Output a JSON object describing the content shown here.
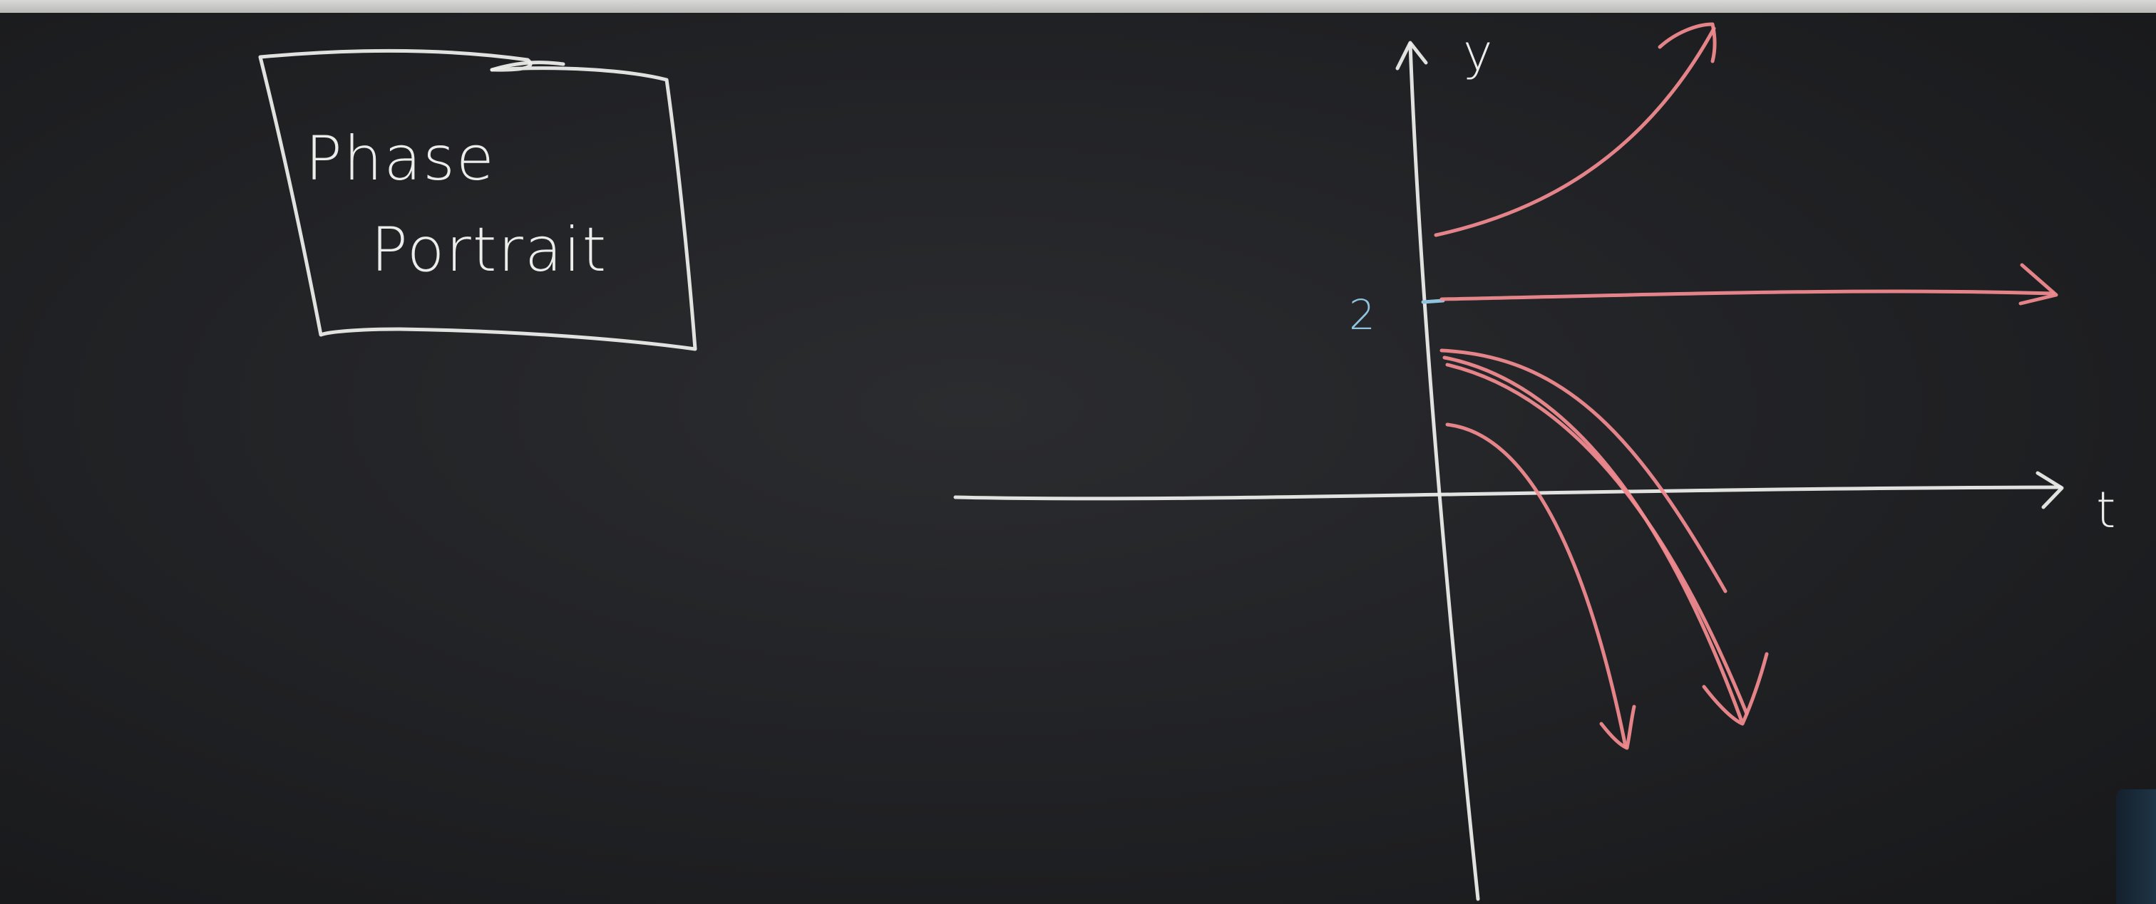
{
  "title_box": {
    "line1": "Phase",
    "line2": "Portrait"
  },
  "axes": {
    "y_label": "y",
    "t_label": "t",
    "marked_value": "2"
  },
  "colors": {
    "board": "#222326",
    "chalk_white": "#ececea",
    "chalk_red": "#ef8a8f",
    "chalk_blue": "#8fc3de"
  },
  "solution_curves": [
    {
      "start_y": "above 2",
      "behavior": "increases upward"
    },
    {
      "start_y": "2",
      "behavior": "equilibrium, stays constant"
    },
    {
      "start_y": "just below 2",
      "behavior": "decreases downward"
    },
    {
      "start_y": "just below 2",
      "behavior": "decreases downward"
    },
    {
      "start_y": "between 0 and 2",
      "behavior": "decreases downward"
    }
  ]
}
